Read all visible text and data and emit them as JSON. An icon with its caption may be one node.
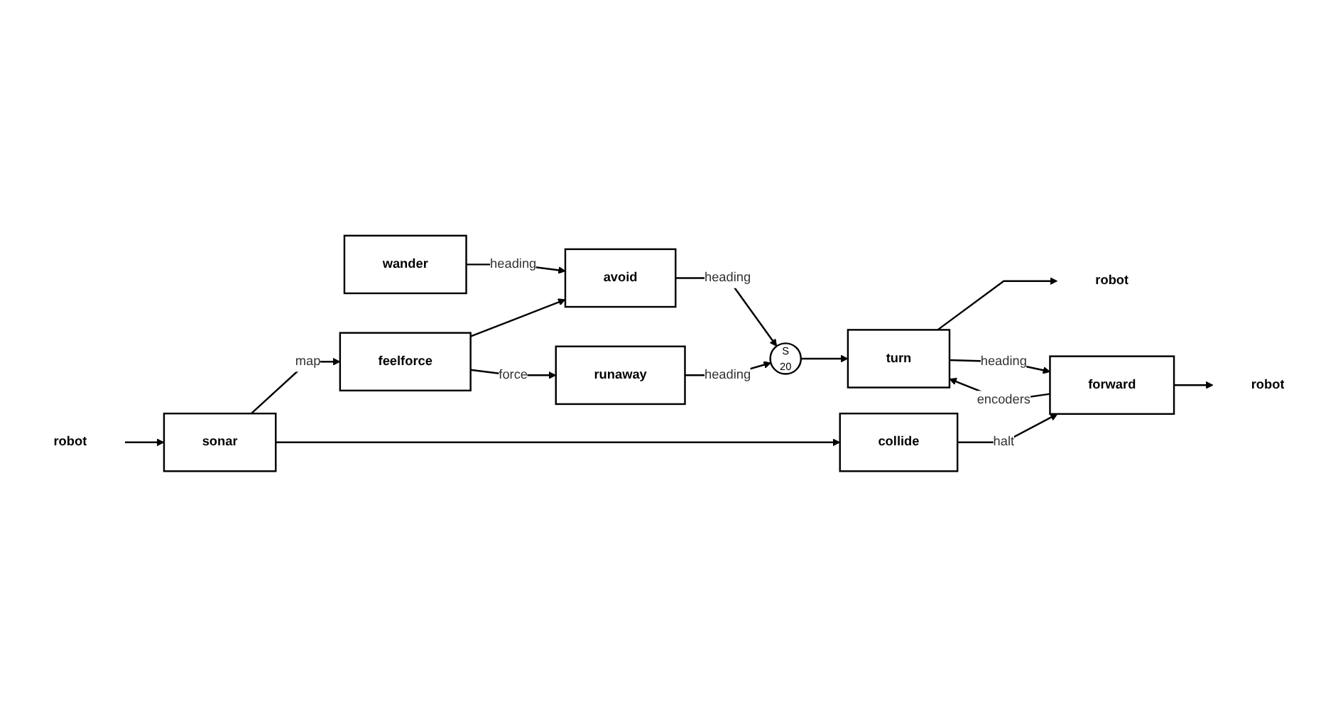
{
  "diagram": {
    "nodes": [
      {
        "text": [
          "wander"
        ]
      },
      {
        "text": [
          "avoid"
        ]
      },
      {
        "text": [
          "robot"
        ]
      },
      {
        "text": [
          "robot"
        ]
      },
      {
        "text": [
          "robot"
        ]
      },
      {
        "text": [
          "feelforce"
        ]
      },
      {
        "text": [
          "runaway"
        ]
      },
      {
        "text": [
          "S",
          "20"
        ]
      },
      {
        "text": [
          "turn"
        ]
      },
      {
        "text": [
          "forward"
        ]
      },
      {
        "text": [
          "sonar"
        ]
      },
      {
        "text": [
          "collide"
        ]
      }
    ],
    "edges": [
      {
        "from": 0,
        "to": 1,
        "arrow": "to",
        "label": "heading"
      },
      {
        "from": 5,
        "to": 1,
        "arrow": "to"
      },
      {
        "from": 5,
        "to": 6,
        "arrow": "to",
        "label": "force"
      },
      {
        "from": 1,
        "to": 7,
        "arrow": "to",
        "label": "heading"
      },
      {
        "from": 6,
        "to": 7,
        "arrow": "to",
        "label": "heading"
      },
      {
        "from": 7,
        "to": 8,
        "arrow": "to"
      },
      {
        "from": 8,
        "to": 2,
        "arrow": "to"
      },
      {
        "from": 9,
        "to": 3,
        "arrow": "to"
      },
      {
        "from": 4,
        "to": 10,
        "arrow": "to"
      },
      {
        "from": 10,
        "to": 5,
        "arrow": "to",
        "label": "map"
      },
      {
        "from": 10,
        "to": 11,
        "arrow": "to"
      },
      {
        "from": 8,
        "to": 9,
        "arrow": "to",
        "label": "heading"
      },
      {
        "from": 9,
        "to": 8,
        "arrow": "to",
        "label": "encoders"
      },
      {
        "from": 11,
        "to": 9,
        "arrow": "to",
        "label": "halt"
      }
    ]
  }
}
